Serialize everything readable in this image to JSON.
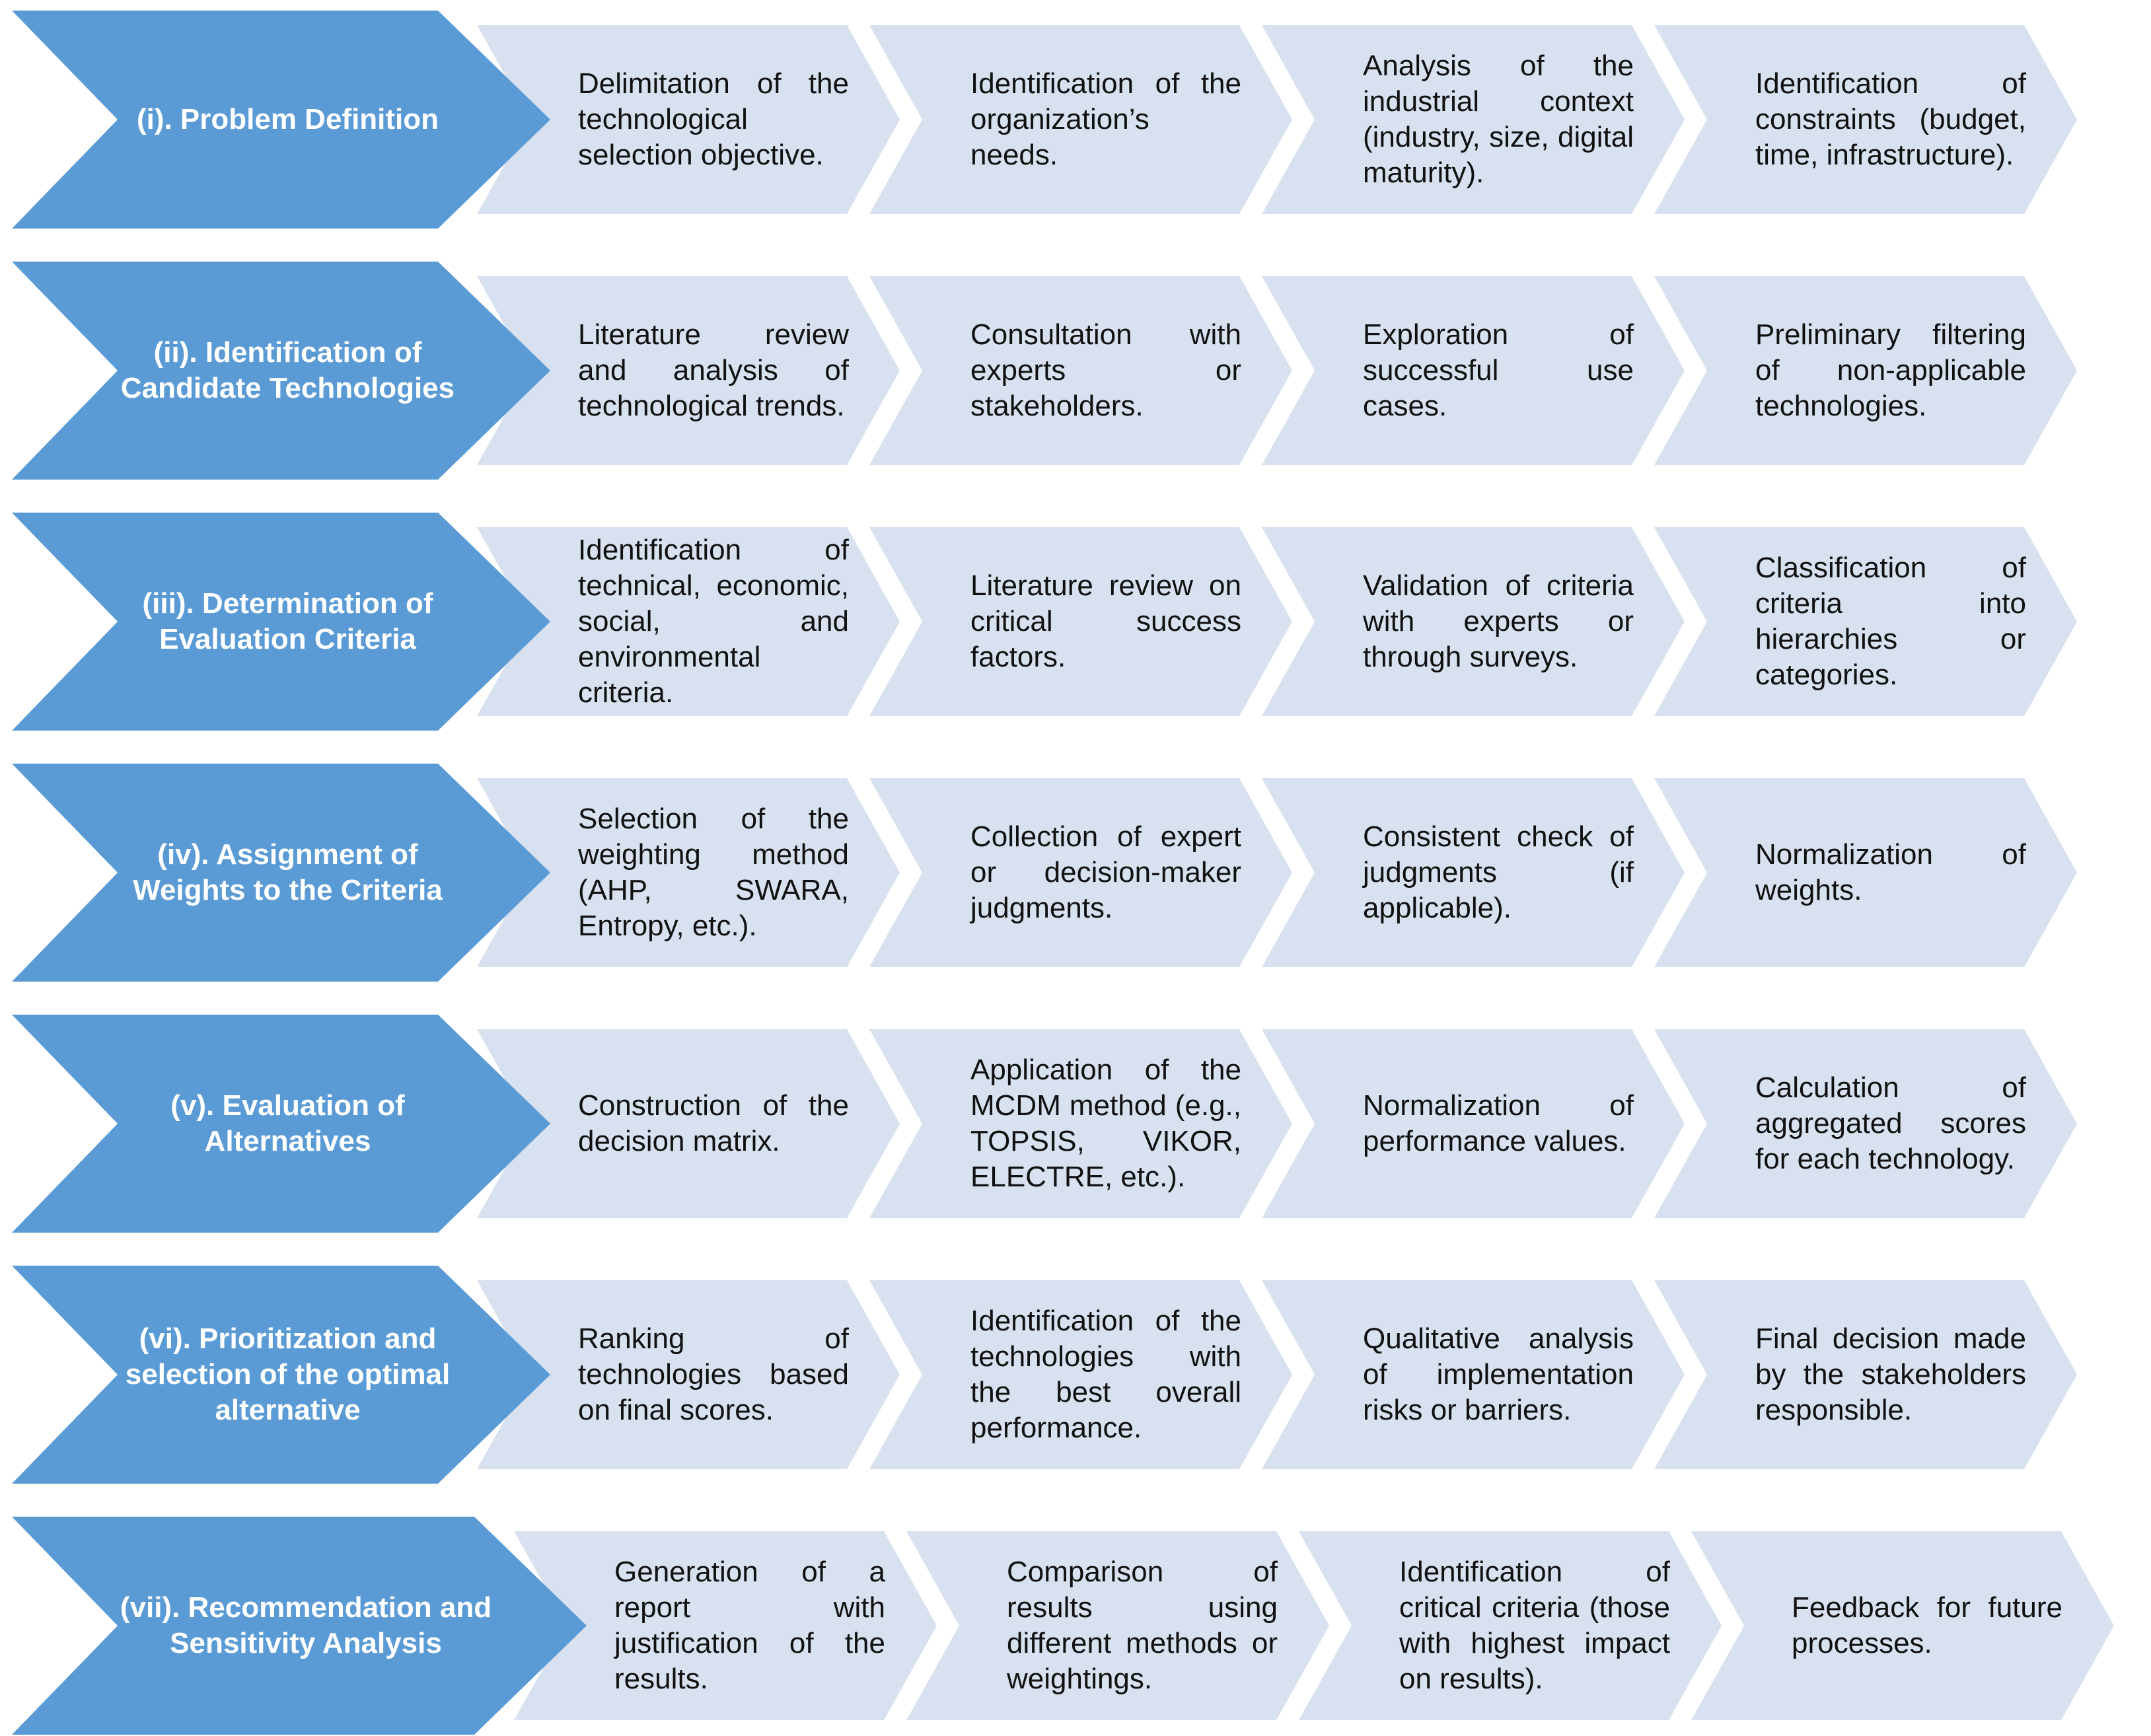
{
  "colors": {
    "stage_fill": "#5b9bd5",
    "step_fill": "#d8e1ef",
    "stage_text": "#ffffff",
    "step_text": "#111111"
  },
  "stages": [
    {
      "label": "(i). Problem Definition",
      "steps": [
        "Delimitation of the technological selection objective.",
        "Identification of the organization’s needs.",
        "Analysis of the industrial context (industry, size, digital maturity).",
        "Identification of constraints (budget, time, infrastructure)."
      ]
    },
    {
      "label": "(ii). Identification of Candidate Technologies",
      "steps": [
        "Literature review and analysis of technological trends.",
        "Consultation with experts or stakeholders.",
        "Exploration of successful use cases.",
        "Preliminary filtering of non-applicable technologies."
      ]
    },
    {
      "label": "(iii). Determination of Evaluation Criteria",
      "steps": [
        "Identification of technical, economic, social, and environmental criteria.",
        "Literature review on critical success factors.",
        "Validation of criteria with experts or through surveys.",
        "Classification of criteria into hierarchies or categories."
      ]
    },
    {
      "label": "(iv). Assignment of Weights to the Criteria",
      "steps": [
        "Selection of the weighting method (AHP, SWARA, Entropy, etc.).",
        "Collection of expert or decision-maker judgments.",
        "Consistent check of judgments (if applicable).",
        "Normalization of weights."
      ]
    },
    {
      "label": "(v). Evaluation of Alternatives",
      "steps": [
        "Construction of the decision matrix.",
        "Application of the MCDM method (e.g., TOPSIS, VIKOR, ELECTRE, etc.).",
        "Normalization of performance values.",
        "Calculation of aggregated scores for each technology."
      ]
    },
    {
      "label": "(vi). Prioritization and selection of the optimal alternative",
      "steps": [
        "Ranking of technologies based on final scores.",
        "Identification of the technologies with the best overall performance.",
        "Qualitative analysis of implementation risks or barriers.",
        "Final decision made by the stakeholders responsible."
      ]
    },
    {
      "label": "(vii). Recommendation and Sensitivity Analysis",
      "steps": [
        "Generation of a report with justification of the results.",
        "Comparison of results using different methods or weightings.",
        "Identification of critical criteria (those with highest impact on results).",
        "Feedback for future processes."
      ]
    }
  ]
}
